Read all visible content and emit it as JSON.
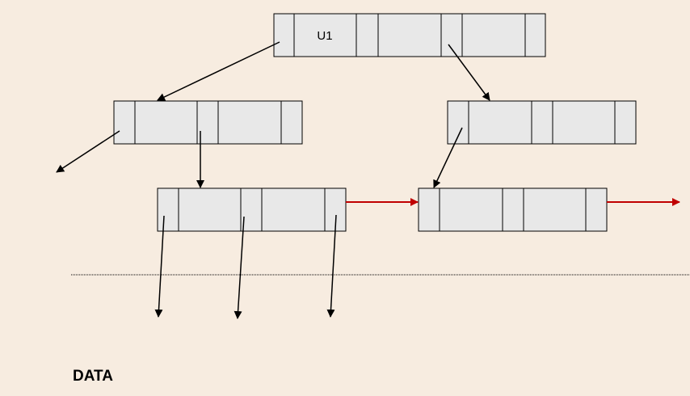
{
  "diagram": {
    "nodes": [
      {
        "id": "root",
        "cell_label": "U1"
      },
      {
        "id": "internal-left",
        "cell_label": ""
      },
      {
        "id": "internal-right",
        "cell_label": ""
      },
      {
        "id": "leaf-left",
        "cell_label": ""
      },
      {
        "id": "leaf-right",
        "cell_label": ""
      }
    ],
    "data_label": "DATA"
  },
  "colors": {
    "background": "#f7ece0",
    "node_fill": "#e8e8e8",
    "stroke": "#000000",
    "leaf_link": "#c00000",
    "separator": "#000000"
  }
}
